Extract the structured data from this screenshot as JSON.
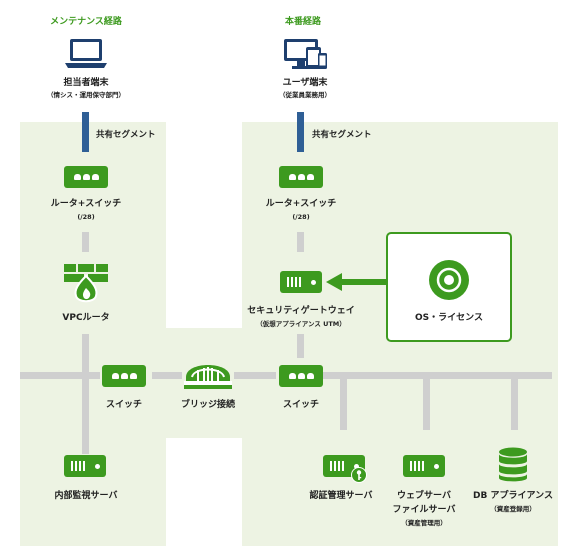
{
  "titles": {
    "maintenance_route": "メンテナンス経路",
    "production_route": "本番経路"
  },
  "terminals": {
    "admin": {
      "label": "担当者端末",
      "sub": "（情シス・運用保守部門）"
    },
    "user": {
      "label": "ユーザ端末",
      "sub": "（従業員業務用）"
    }
  },
  "segments": {
    "left": "共有セグメント",
    "right": "共有セグメント"
  },
  "nodes": {
    "router_left": {
      "label": "ルータ+スイッチ",
      "sub": "(/28)"
    },
    "router_right": {
      "label": "ルータ+スイッチ",
      "sub": "(/28)"
    },
    "vpc_router": {
      "label": "VPCルータ"
    },
    "security_gateway": {
      "label": "セキュリティゲートウェイ",
      "sub": "（仮想アプライアンス UTM）"
    },
    "license": {
      "label": "OS・ライセンス"
    },
    "switch_left": {
      "label": "スイッチ"
    },
    "bridge": {
      "label": "ブリッジ接続"
    },
    "switch_right": {
      "label": "スイッチ"
    },
    "monitor_server": {
      "label": "内部監視サーバ"
    },
    "auth_server": {
      "label": "認証管理サーバ"
    },
    "web_server": {
      "label": "ウェブサーバ",
      "label2": "ファイルサーバ",
      "sub": "（資産管理用）"
    },
    "db": {
      "label": "DB アプライアンス",
      "sub": "（資産登録用）"
    }
  },
  "colors": {
    "accent_green": "#3d9a1f",
    "zone_bg": "#edf3e3",
    "link_blue": "#2f5f96",
    "line_gray": "#cfcfcf",
    "icon_navy": "#1e3f6e"
  }
}
